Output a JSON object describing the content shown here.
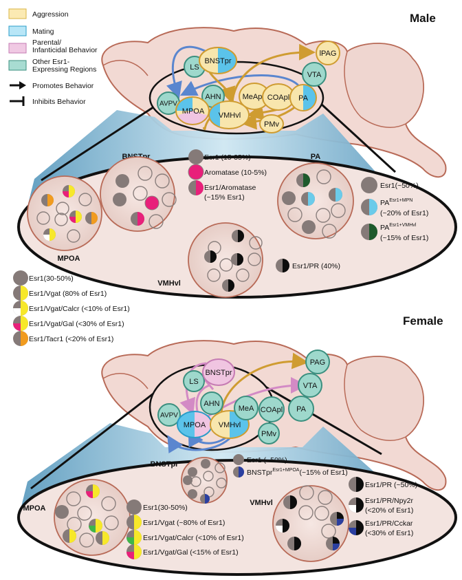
{
  "legend": {
    "items": [
      {
        "label": "Aggression",
        "color": "#fbeab3",
        "border": "#d9b545"
      },
      {
        "label": "Mating",
        "color": "#b8e6f7",
        "border": "#2a9cc8"
      },
      {
        "label_line1": "Parental/",
        "label_line2": "Infanticidal Behavior",
        "color": "#f0c9e3",
        "border": "#c57bb3"
      },
      {
        "label_line1": "Other Esr1-",
        "label_line2": "Expressing Regions",
        "color": "#a8dcd2",
        "border": "#3b8f7f"
      }
    ],
    "promotes": "Promotes Behavior",
    "inhibits": "Inhibits Behavior"
  },
  "colors": {
    "aggression": "#f8e6ad",
    "mating": "#5bc3ea",
    "parental": "#f0c5e1",
    "other": "#9ed8cc",
    "esr1_grey": "#857a78",
    "brain_fill": "#f2d9d3",
    "brain_edge": "#b86a57",
    "zoom_fill": "#f3e4e0",
    "arrow_gold": "#cf9c31",
    "arrow_blue": "#5a86cf",
    "arrow_pink": "#d38ac5",
    "aromatase": "#e8207a",
    "vgat_yellow": "#f7e82a",
    "tacr1_orange": "#f19b1f",
    "mpn_blue": "#6bcbea",
    "vmhvl_green": "#1e5a2c",
    "pr_black": "#0d0d0d",
    "calcr_green": "#3fb54a",
    "cckar_blue": "#2b3fa0"
  },
  "male": {
    "title": "Male",
    "nodes": {
      "LS": "LS",
      "BNSTpr": "BNSTpr",
      "AHN": "AHN",
      "AVPV": "AVPV",
      "MPOA": "MPOA",
      "VMHvl": "VMHvl",
      "MeApd": "MeApd",
      "COApl": "COApl",
      "PA": "PA",
      "PMv": "PMv",
      "VTA": "VTA",
      "lPAG": "lPAG"
    },
    "detail": {
      "mpoa_label": "MPOA",
      "bnstpr_label": "BNSTpr",
      "pa_label": "PA",
      "vmhvl_label": "VMHvl",
      "bnstpr_legend": [
        "Esr1 (15-35%)",
        "Aromatase (10-5%)",
        "Esr1/Aromatase",
        "(~15% Esr1)"
      ],
      "pa_legend": {
        "esr1": "Esr1(~50%)",
        "mpn_base": "PA",
        "mpn_sup": "Esr1+MPN",
        "mpn_pct": "(~20% of Esr1)",
        "vmh_base": "PA",
        "vmh_sup": "Esr1+VMHvl",
        "vmh_pct": "(~15% of Esr1)"
      },
      "vmhvl_legend": "Esr1/PR (40%)",
      "mpoa_legend": [
        "Esr1(30-50%)",
        "Esr1/Vgat (80% of Esr1)",
        "Esr1/Vgat/Calcr (<10% of Esr1)",
        "Esr1/Vgat/Gal (<30% of Esr1)",
        "Esr1/Tacr1 (<20% of Esr1)"
      ]
    }
  },
  "female": {
    "title": "Female",
    "nodes": {
      "LS": "LS",
      "BNSTpr": "BNSTpr",
      "AHN": "AHN",
      "AVPV": "AVPV",
      "MPOA": "MPOA",
      "VMHvl": "VMHvl",
      "MeA": "MeA",
      "COApl": "COApl",
      "PA": "PA",
      "PMv": "PMv",
      "VTA": "VTA",
      "PAG": "PAG"
    },
    "detail": {
      "mpoa_label": "MPOA",
      "bnstpr_label": "BNSTpr",
      "vmhvl_label": "VMHvl",
      "bnstpr_legend": {
        "esr1": "Esr1 (~50%)",
        "proj_base": "BNSTpr",
        "proj_sup": "Esr1+MPOA",
        "proj_pct": "(~15% of Esr1)"
      },
      "mpoa_legend": [
        "Esr1(30-50%)",
        "Esr1/Vgat (~80% of Esr1)",
        "Esr1/Vgat/Calcr (<10% of Esr1)",
        "Esr1/Vgat/Gal (<15% of Esr1)"
      ],
      "vmhvl_legend": [
        "Esr1/PR (~50%)",
        "Esr1/PR/Npy2r",
        "(<20% of Esr1)",
        "Esr1/PR/Cckar",
        "(<30% of Esr1)"
      ]
    }
  }
}
